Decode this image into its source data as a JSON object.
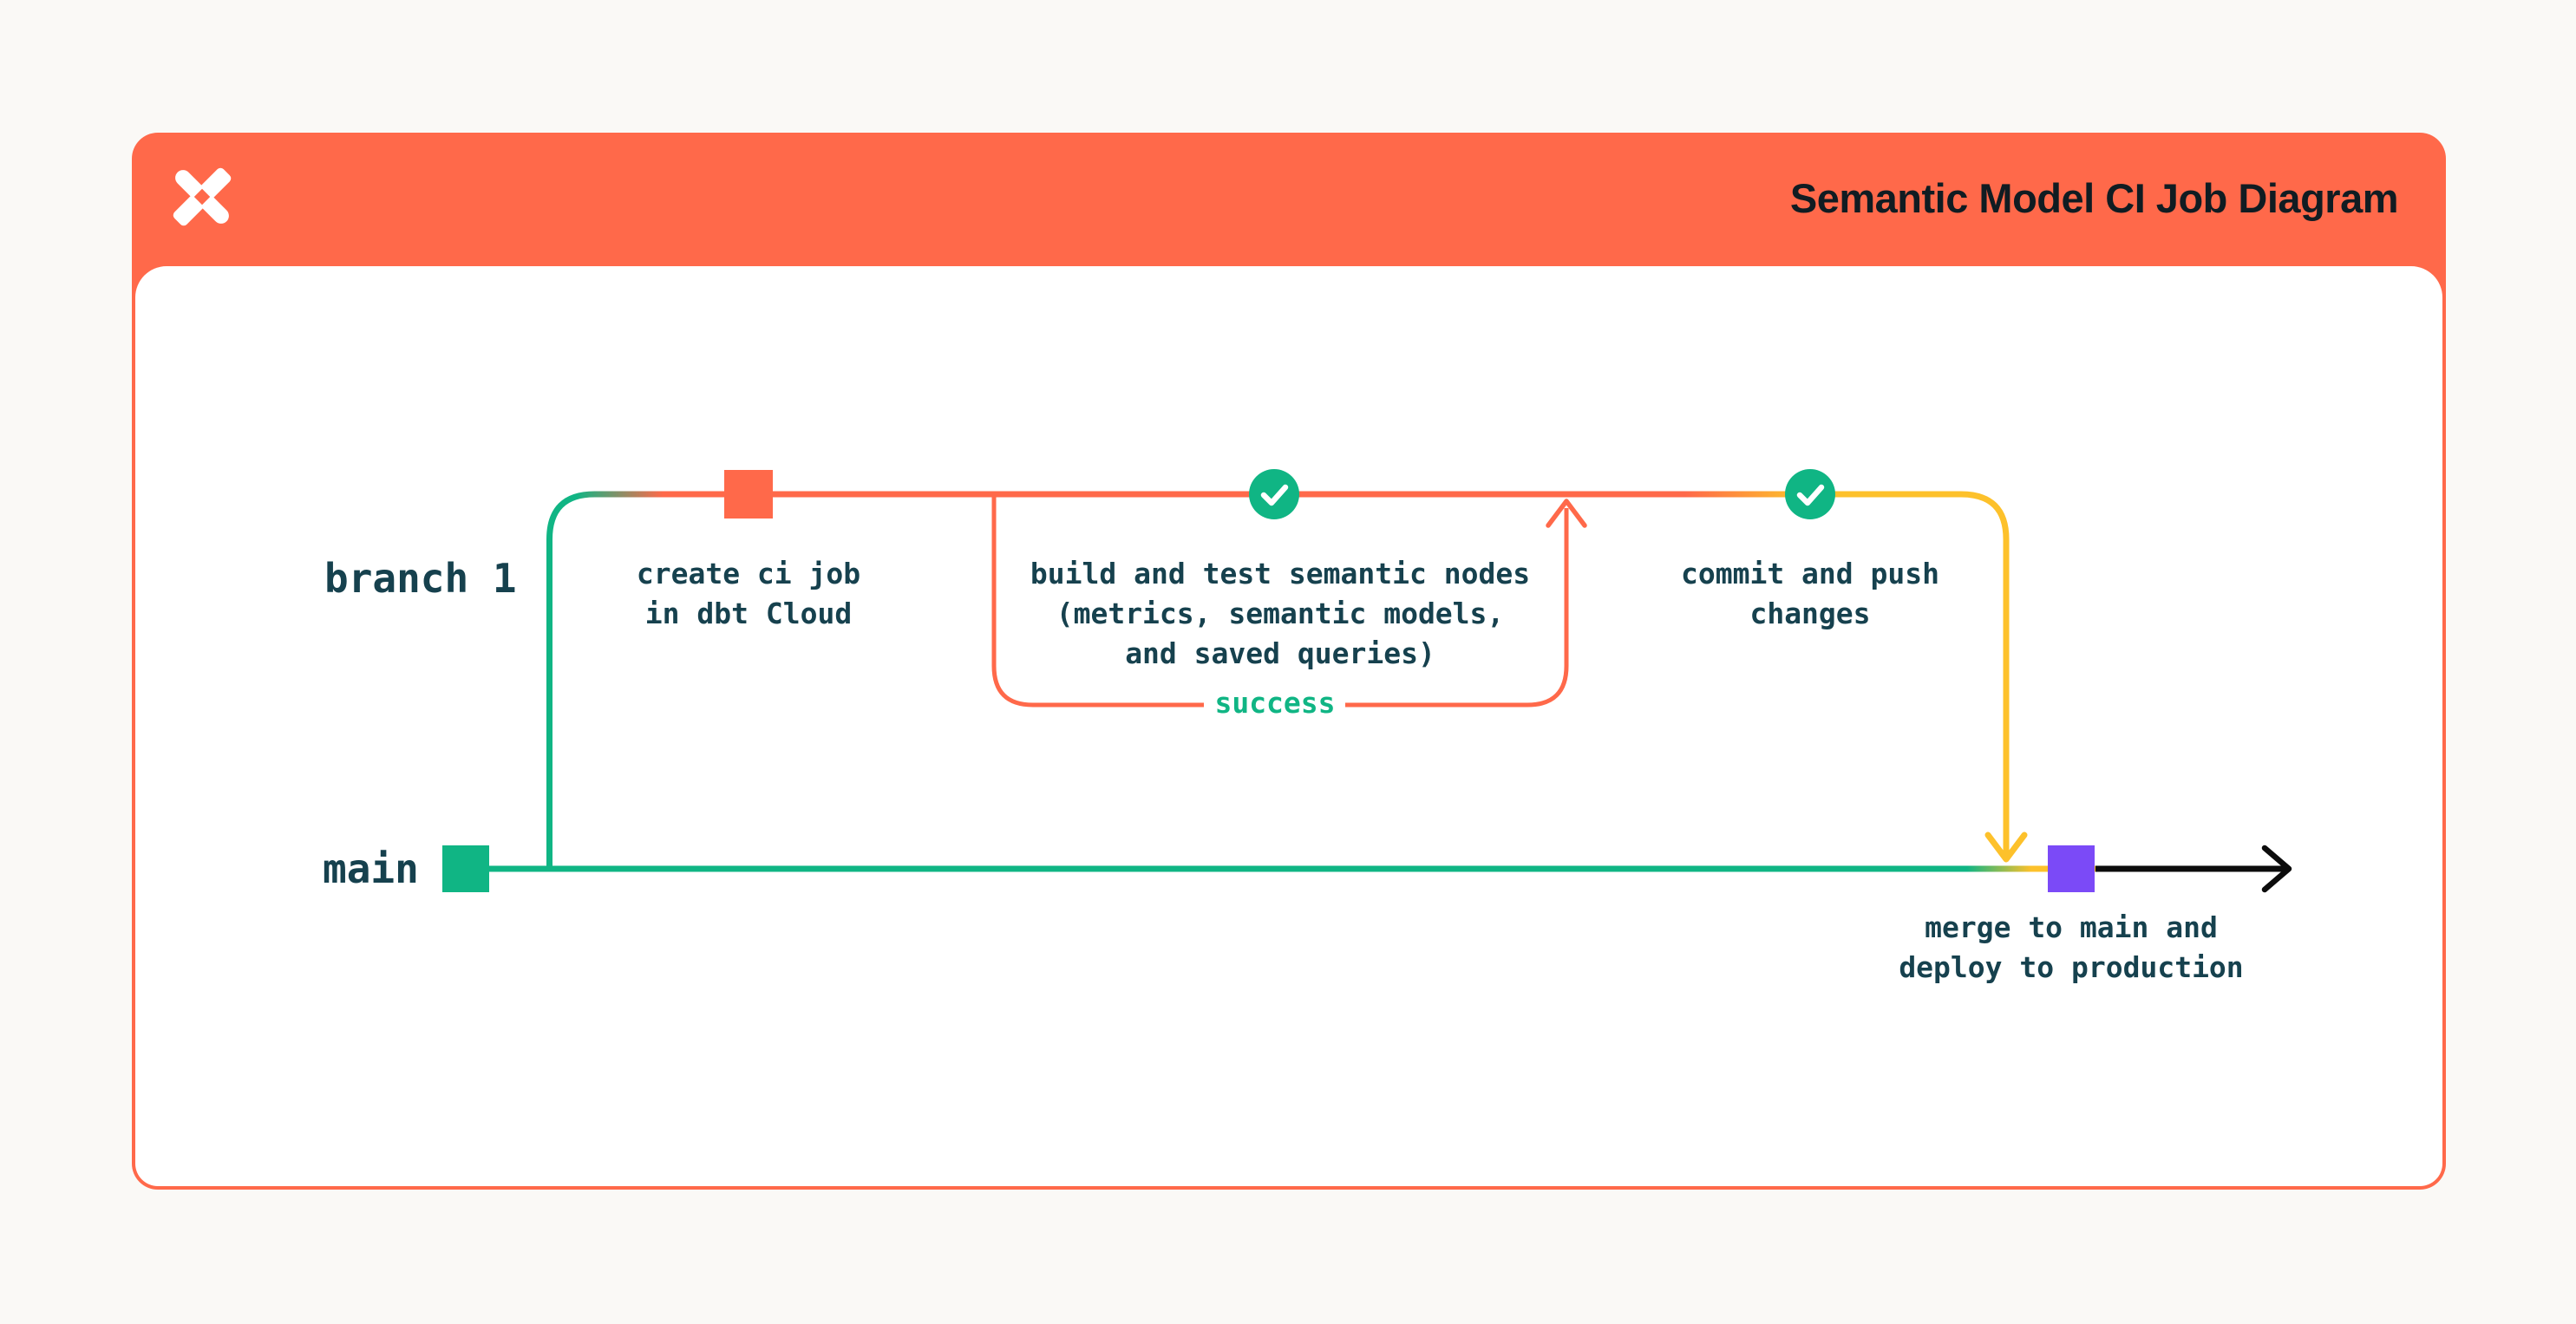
{
  "header": {
    "title": "Semantic Model CI Job Diagram",
    "logo": "dbt-logo"
  },
  "diagram": {
    "lanes": {
      "branch": {
        "label": "branch 1"
      },
      "main": {
        "label": "main"
      }
    },
    "nodes": [
      {
        "id": "create-ci-job",
        "marker": "orange-square",
        "label": "create ci job\nin dbt Cloud"
      },
      {
        "id": "build-and-test",
        "marker": "check-circle",
        "label": "build and test semantic nodes\n(metrics, semantic models,\nand saved queries)"
      },
      {
        "id": "commit-and-push",
        "marker": "check-circle",
        "label": "commit and push\nchanges"
      },
      {
        "id": "merge-to-main",
        "marker": "purple-square",
        "label": "merge to main and\ndeploy to production"
      }
    ],
    "loop": {
      "label": "success"
    },
    "arrows": [
      "success-loop-up-arrow",
      "merge-down-arrow",
      "main-continue-right-arrow"
    ]
  },
  "colors": {
    "orange": "#ff694a",
    "emerald": "#10b584",
    "yellow": "#fdc12b",
    "purple": "#7b4af7",
    "ink": "#16414e",
    "titleink": "#101c22",
    "black": "#0c0c0c",
    "page": "#faf9f6",
    "card": "#ffffff"
  }
}
